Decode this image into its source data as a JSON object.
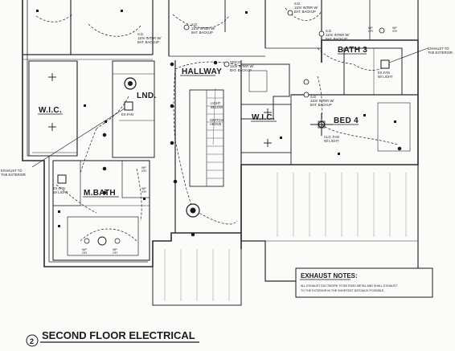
{
  "plan": {
    "title": "SECOND FLOOR ELECTRICAL",
    "drawing_number": "2",
    "rooms": {
      "hallway": "HALLWAY",
      "bath3": "BATH 3",
      "lnd": "LND.",
      "wic_left": "W.I.C.",
      "wic_right": "W.I.C.",
      "bed4": "BED 4",
      "m_bath": "M.BATH"
    },
    "labels": {
      "sd_top": "S.D.",
      "sd_top_note": "110V INTER W/",
      "sd_top_note2": "BAT. BACKUP",
      "sd_mid": "S.D.",
      "sd_mid_note": "110V INTER W/",
      "sd_mid_note2": "BAT. BACKUP",
      "sdco_hall": "SD/CO",
      "sdco_hall_note": "110V INTER W/",
      "sdco_hall_note2": "BAT. BACKUP",
      "sd_bath3": "S.D.",
      "sd_bath3_note": "110V INTER W/",
      "sd_bath3_note2": "BAT. BACKUP",
      "sd_bed4": "S.D.",
      "sd_bed4_note": "110V INTER W/",
      "sd_bed4_note2": "BAT. BACKUP",
      "sd_top_right": "S.D.",
      "sd_top_right_note": "110V INTER W/",
      "sd_top_right_note2": "BAT. BACKUP",
      "exhaust_right": "EXHAUST TO",
      "exhaust_right2": "THE EXTERIOR",
      "exhaust_left": "EXHAUST TO",
      "exhaust_left2": "THE EXTERIOR",
      "ex_fan_bath3": "EX.FAN",
      "ex_fan_bath3_b": "W/ LIGHT",
      "ex_fan_lnd": "EX.FAN",
      "ex_fan_mbath": "EX.FAN",
      "ex_fan_mbath_b": "W/ LIGHT",
      "light_below": "LIGHT",
      "light_below_b": "BELOW",
      "switch_above": "SWITCH",
      "switch_above_b": "ABOVE",
      "clg_fan": "CLG. FAN",
      "clg_fan_b": "W/ LIGHT",
      "wp_gfi_1": "WP",
      "wp_gfi_1b": "GFI",
      "wp_gfi_2": "WP",
      "wp_gfi_2b": "GFI",
      "wp_gfi_3": "WP",
      "wp_gfi_3b": "GFI",
      "wp_gfi_4": "WP",
      "wp_gfi_4b": "GFI",
      "wp_gfi_5": "WP",
      "wp_gfi_5b": "GFI",
      "wp_gfi_6": "WP",
      "wp_gfi_6b": "GFI"
    },
    "exhaust_notes": {
      "title": "EXHAUST NOTES:",
      "line1": "ALL EXHAUST DUCTWORK TO BE RIGID METAL AND SHALL EXHAUST",
      "line2": "TO THE EXTERIOR IN THE SHORTEST DISTANCE POSSIBLE."
    }
  }
}
